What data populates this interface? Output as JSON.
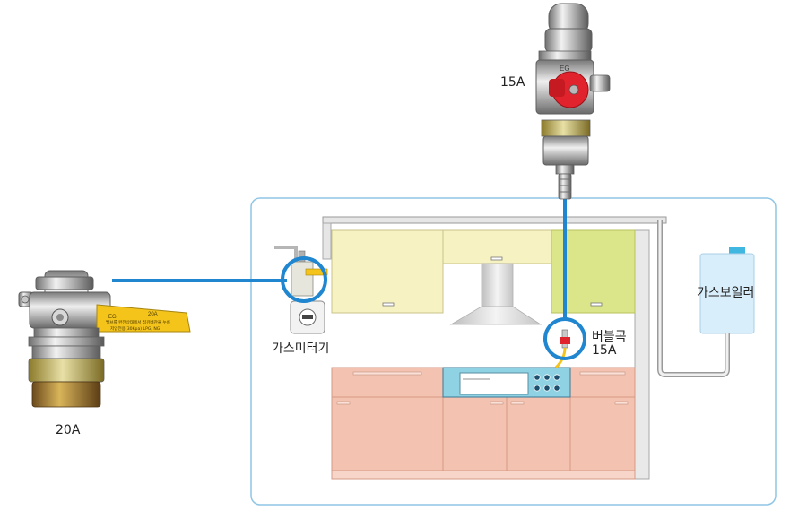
{
  "labels": {
    "valve_left_size": "20A",
    "valve_top_size": "15A",
    "gas_meter": "가스미터기",
    "bubble_cock_name": "버블콕",
    "bubble_cock_size": "15A",
    "gas_boiler": "가스보일러"
  },
  "valve_left_tag": {
    "brand": "EG",
    "size": "20A",
    "line1": "밸브를 완전상태에서 점검배관을 누름",
    "line2": "저압전용(30Kpa) LPG, NG"
  },
  "valve_top_tag": {
    "brand": "EG"
  },
  "colors": {
    "pipe_blue": "#1f86cf",
    "frame_border": "#8fc6e6",
    "upper_cabinet": "#f6f2c2",
    "lower_cabinet": "#f3c2b0",
    "right_cabinet": "#dbe58a",
    "boiler": "#d9eefb",
    "stove": "#8fd2e4",
    "valve_yellow": "#f4c41b",
    "valve_red": "#e0232c"
  }
}
